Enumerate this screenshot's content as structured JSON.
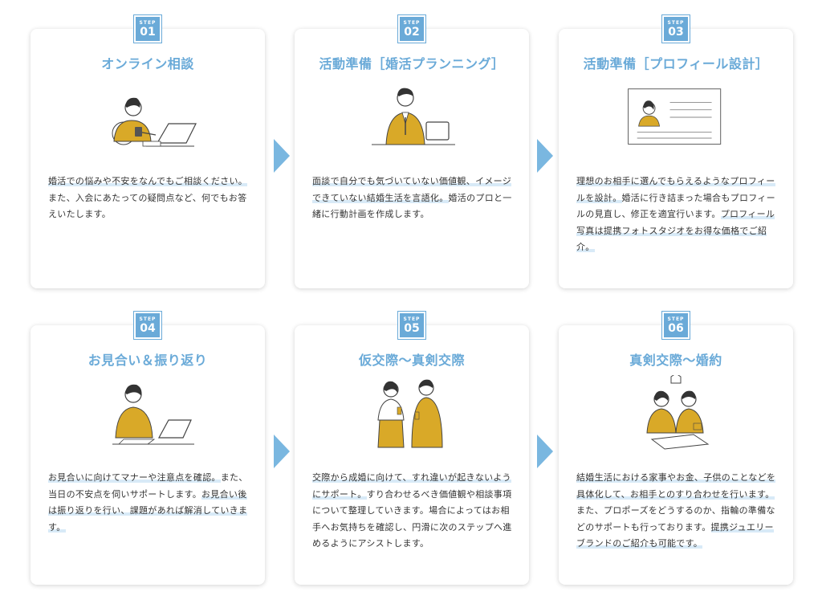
{
  "steps": [
    {
      "step_label": "STEP",
      "num": "01",
      "title": "オンライン相談",
      "text_parts": [
        "婚活での悩みや不安をなんでもご相談ください。",
        "また、入会にあたっての疑問点など、何でもお答えいたします。"
      ]
    },
    {
      "step_label": "STEP",
      "num": "02",
      "title": "活動準備［婚活プランニング］",
      "text_parts": [
        "面談で自分でも気づいていない価値観、イメージできていない結婚生活を言語化。",
        "婚活のプロと一緒に行動計画を作成します。"
      ]
    },
    {
      "step_label": "STEP",
      "num": "03",
      "title": "活動準備［プロフィール設計］",
      "text_parts": [
        "理想のお相手に選んでもらえるようなプロフィールを設計。",
        "婚活に行き詰まった場合もプロフィールの見直し、修正を適宜行います。",
        "プロフィール写真は提携フォトスタジオをお得な価格でご紹介。"
      ]
    },
    {
      "step_label": "STEP",
      "num": "04",
      "title": "お見合い＆振り返り",
      "text_parts": [
        "お見合いに向けてマナーや注意点を確認。",
        "また、当日の不安点を伺いサポートします。",
        "お見合い後は振り返りを行い、課題があれば解消していきます。"
      ]
    },
    {
      "step_label": "STEP",
      "num": "05",
      "title": "仮交際〜真剣交際",
      "text_parts": [
        "交際から成婚に向けて、すれ違いが起きないようにサポート。",
        "すり合わせるべき価値観や相談事項について整理していきます。",
        "場合によってはお相手へお気持ちを確認し、円滑に次のステップへ進めるようにアシストします。"
      ]
    },
    {
      "step_label": "STEP",
      "num": "06",
      "title": "真剣交際〜婚約",
      "text_parts": [
        "結婚生活における家事やお金、子供のことなどを具体化して、お相手とのすり合わせを行います。",
        "また、プロポーズをどうするのか、指輪の準備などのサポートも行っております。",
        "提携ジュエリーブランドのご紹介も可能です。"
      ]
    }
  ],
  "colors": {
    "accent": "#6aaad8",
    "arrow": "#7ab7e0",
    "highlight": "#d8eaf7",
    "mustard": "#d9a928"
  },
  "icons": [
    "woman-laptop-icon",
    "man-tablet-icon",
    "profile-card-icon",
    "woman-notebook-icon",
    "couple-date-icon",
    "couple-planning-icon",
    "next-arrow-icon"
  ]
}
